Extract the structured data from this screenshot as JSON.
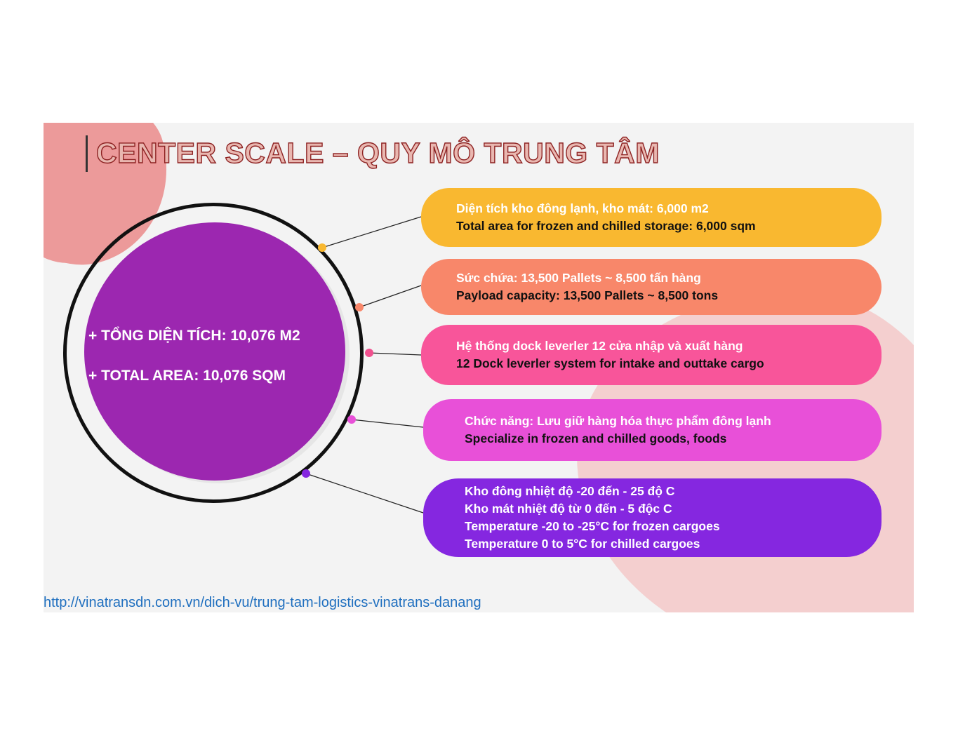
{
  "title": "CENTER SCALE – QUY MÔ TRUNG TÂM",
  "center": {
    "line1": "+ TỔNG DIỆN TÍCH: 10,076 M2",
    "line2": "+ TOTAL AREA: 10,076 SQM",
    "color": "#9c27b0"
  },
  "items": [
    {
      "vi": "Diện tích kho đông lạnh, kho mát: 6,000 m2",
      "en": "Total area for frozen and chilled storage: 6,000 sqm",
      "color": "#f9b830"
    },
    {
      "vi": "Sức chứa: 13,500 Pallets ~ 8,500 tấn hàng",
      "en": "Payload capacity: 13,500 Pallets ~ 8,500 tons",
      "color": "#f8876a"
    },
    {
      "vi": "Hệ thống dock leverler 12 cửa nhập và xuất hàng",
      "en": "12 Dock leverler system for intake and outtake cargo",
      "color": "#f8559a"
    },
    {
      "vi": "Chức năng: Lưu giữ hàng hóa thực phẩm đông lạnh",
      "en": "Specialize in frozen and chilled goods, foods",
      "color": "#e850d8"
    },
    {
      "lines": [
        "Kho đông nhiệt độ -20 đến - 25 độ C",
        "Kho mát nhiệt độ từ 0 đến - 5 độc C",
        "Temperature -20 to -25°C for frozen cargoes",
        "Temperature 0 to 5°C for chilled cargoes"
      ],
      "color": "#8527e0"
    }
  ],
  "dot_colors": [
    "#f9b830",
    "#f8876a",
    "#f0508e",
    "#e850d8",
    "#8527e0"
  ],
  "source_link": "http://vinatransdn.com.vn/dich-vu/trung-tam-logistics-vinatrans-danang"
}
